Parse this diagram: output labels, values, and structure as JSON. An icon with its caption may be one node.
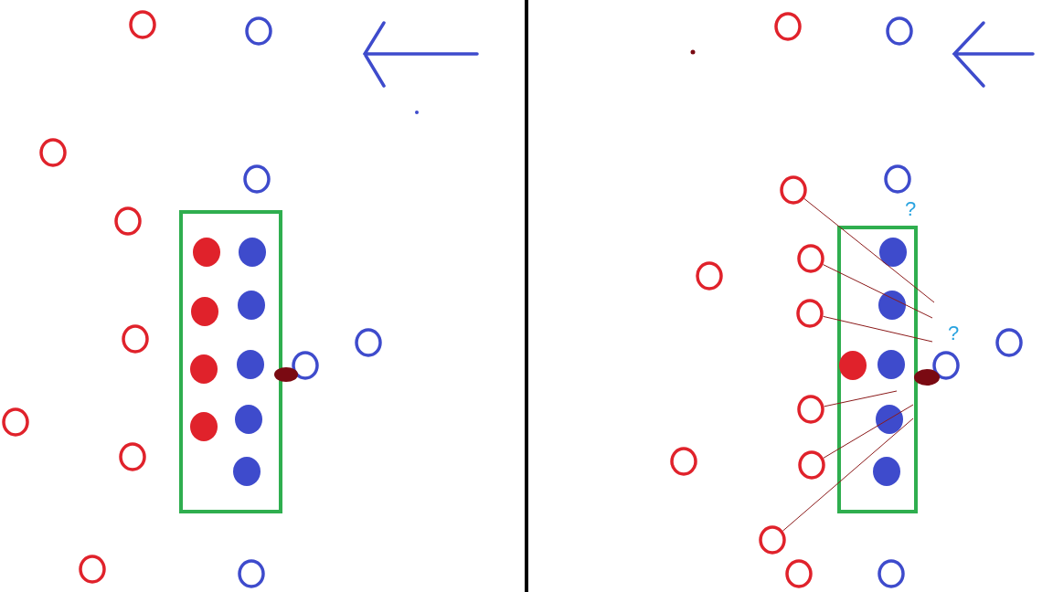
{
  "diagram": {
    "nodes": [
      {
        "text": [],
        "shape": "circle"
      },
      {
        "text": [],
        "shape": "circle"
      },
      {
        "text": [],
        "shape": "circle"
      },
      {
        "text": [],
        "shape": "circle"
      },
      {
        "text": [],
        "shape": "circle"
      },
      {
        "text": [],
        "shape": "circle"
      },
      {
        "text": [],
        "shape": "circle"
      },
      {
        "text": [],
        "shape": "circle"
      },
      {
        "text": [],
        "shape": "circle"
      },
      {
        "text": [],
        "shape": "circle"
      },
      {
        "text": [],
        "shape": "circle"
      },
      {
        "text": [],
        "shape": "circle"
      },
      {
        "text": [],
        "shape": "circle"
      },
      {
        "text": [],
        "shape": "circle"
      },
      {
        "text": [],
        "shape": "circle"
      },
      {
        "text": [],
        "shape": "circle"
      },
      {
        "text": [],
        "shape": "circle"
      }
    ],
    "edges": [
      {
        "from": 8,
        "to": null,
        "arrow": "none"
      },
      {
        "from": 9,
        "to": null,
        "arrow": "none"
      },
      {
        "from": 11,
        "to": null,
        "arrow": "none"
      },
      {
        "from": 12,
        "to": null,
        "arrow": "none"
      },
      {
        "from": 14,
        "to": null,
        "arrow": "none"
      },
      {
        "from": 15,
        "to": null,
        "arrow": "none"
      }
    ],
    "labels": [
      "?",
      "?"
    ]
  }
}
